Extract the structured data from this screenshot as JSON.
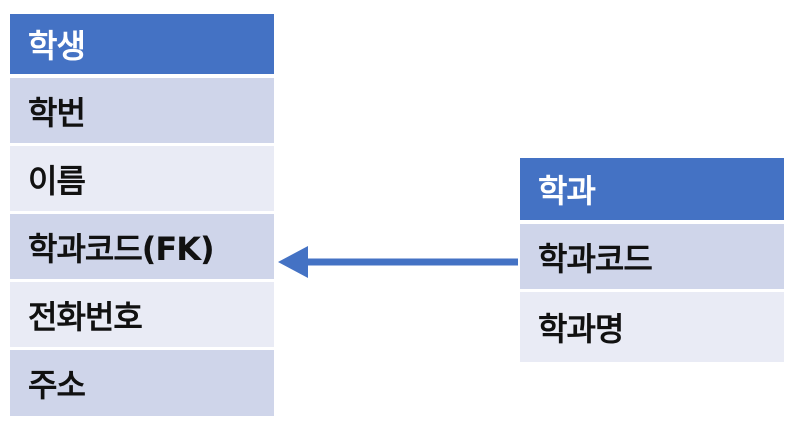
{
  "student_table": {
    "title": "학생",
    "fields": [
      "학번",
      "이름",
      "학과코드(FK)",
      "전화번호",
      "주소"
    ]
  },
  "department_table": {
    "title": "학과",
    "fields": [
      "학과코드",
      "학과명"
    ]
  },
  "colors": {
    "header": "#4472c4",
    "row_odd": "#cfd5ea",
    "row_even": "#e9ebf5",
    "arrow": "#4472c4"
  }
}
